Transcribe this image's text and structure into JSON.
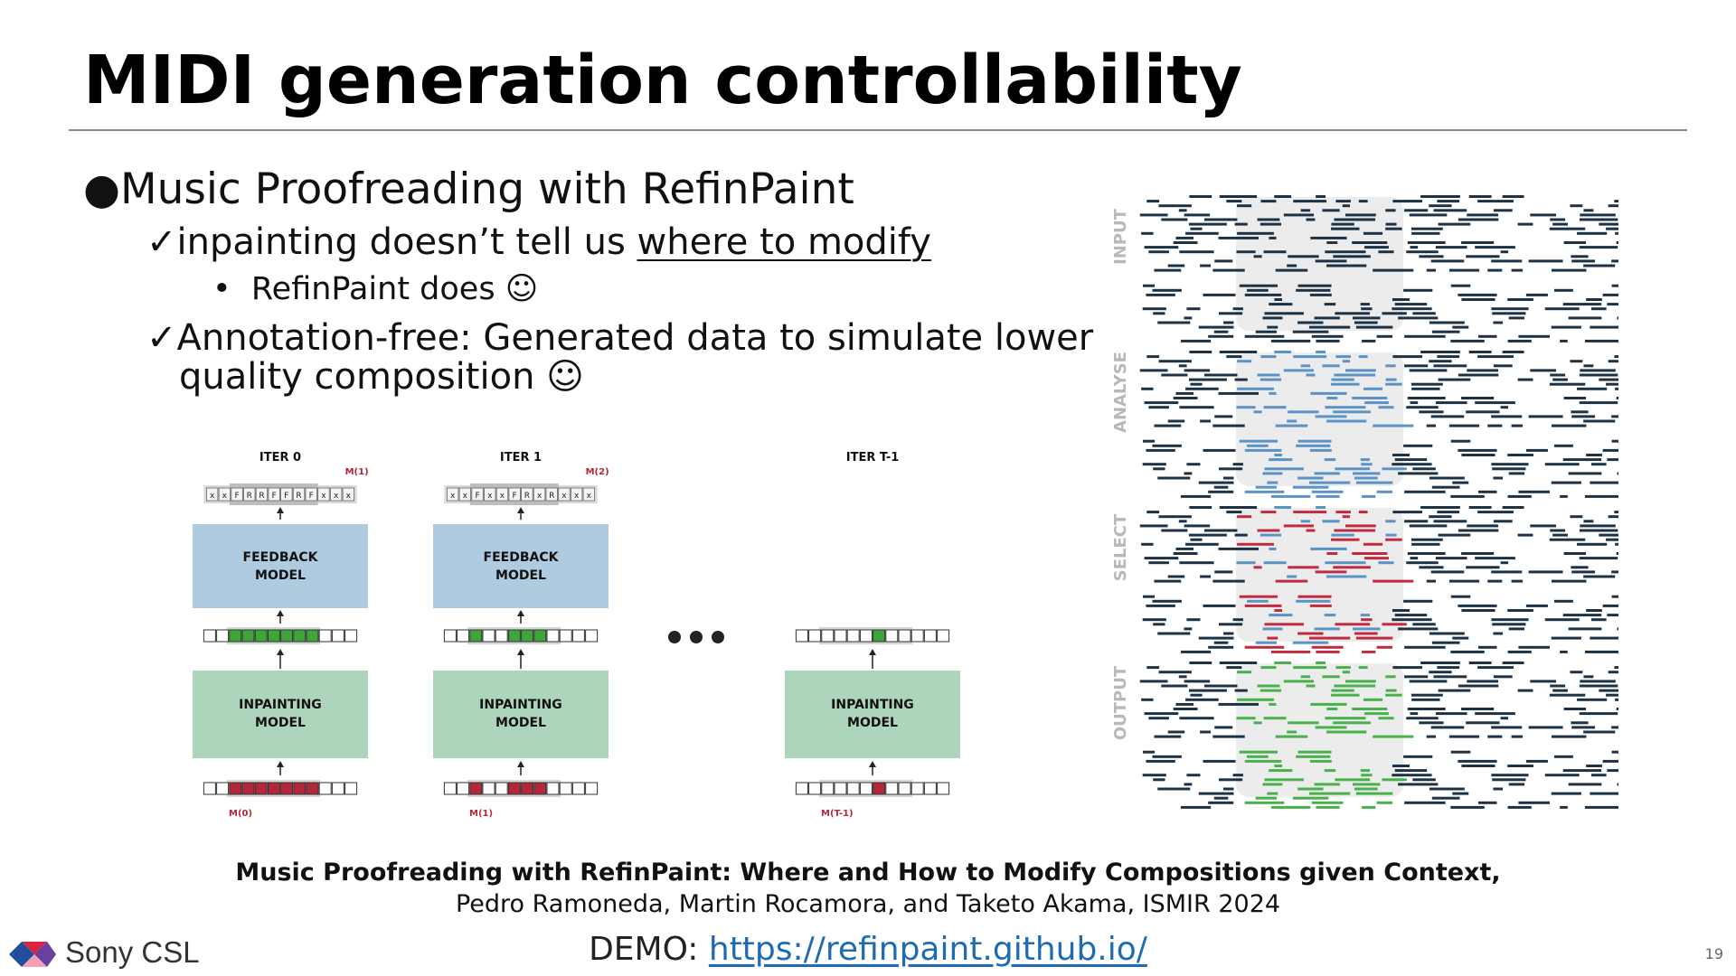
{
  "slide": {
    "title": "MIDI generation controllability",
    "page_number": "19"
  },
  "bullets": {
    "main": "Music Proofreading with RefinPaint",
    "sub1_prefix": "inpainting doesn’t tell us ",
    "sub1_underlined": "where to modify",
    "subsub1": "RefinPaint does",
    "sub2_line1": "Annotation-free: Generated data to simulate lower",
    "sub2_line2": "quality composition",
    "check_glyph": "✓",
    "bullet_glyph": "●",
    "dot_glyph": "•",
    "smiley_glyph": "☺"
  },
  "diagram": {
    "iter_labels": [
      "ITER 0",
      "ITER 1",
      "ITER T-1"
    ],
    "feedback_label": [
      "FEEDBACK",
      "MODEL"
    ],
    "inpainting_label": [
      "INPAINTING",
      "MODEL"
    ],
    "mask_top_labels": [
      "M(1)",
      "M(2)"
    ],
    "mask_bottom_labels": [
      "M(0)",
      "M(1)",
      "M(T-1)"
    ],
    "feedback_tokens": [
      [
        "x",
        "x",
        "F",
        "R",
        "R",
        "F",
        "F",
        "R",
        "F",
        "x",
        "x",
        "x"
      ],
      [
        "x",
        "x",
        "F",
        "x",
        "x",
        "F",
        "R",
        "x",
        "R",
        "x",
        "x",
        "x"
      ]
    ],
    "colors": {
      "feedback_box": "#aecbdf",
      "inpainting_box": "#add5bc",
      "green_token": "#3da53a",
      "red_token": "#b3273a"
    }
  },
  "pianoroll": {
    "row_labels": [
      "INPUT",
      "ANALYSE",
      "SELECT",
      "OUTPUT"
    ],
    "colors": {
      "note": "#1d3345",
      "analyse": "#5c93c6",
      "select": "#c12b3f",
      "output": "#49b14b",
      "window": "#ececec"
    }
  },
  "citation": {
    "title": "Music Proofreading with RefinPaint: Where and How to Modify Compositions given Context,",
    "authors": "Pedro Ramoneda, Martin Rocamora, and Taketo Akama, ISMIR 2024"
  },
  "demo": {
    "label": "DEMO: ",
    "link_text": "https://refinpaint.github.io/"
  },
  "logo": {
    "text": "Sony CSL"
  }
}
